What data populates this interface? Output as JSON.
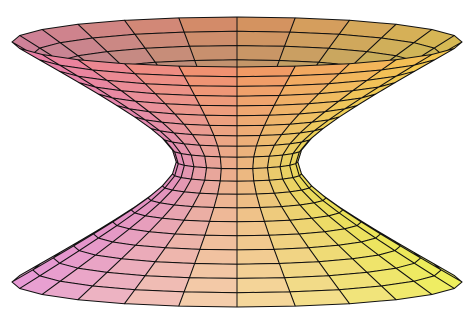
{
  "figure": {
    "shape": "hyperboloid-of-one-sheet",
    "rendering": "shaded-wireframe",
    "mesh": {
      "angular_divisions": 24,
      "height_divisions": 20
    },
    "palette": {
      "top_left": "#f4c94a",
      "top_center": "#f08a5c",
      "top_right": "#e87aa8",
      "bottom_left": "#eef05a",
      "bottom_center": "#f6d3a0",
      "bottom_right": "#e79ad6",
      "throat": "#8a8f6e",
      "grid_line": "#111111",
      "background": "#ffffff"
    }
  }
}
